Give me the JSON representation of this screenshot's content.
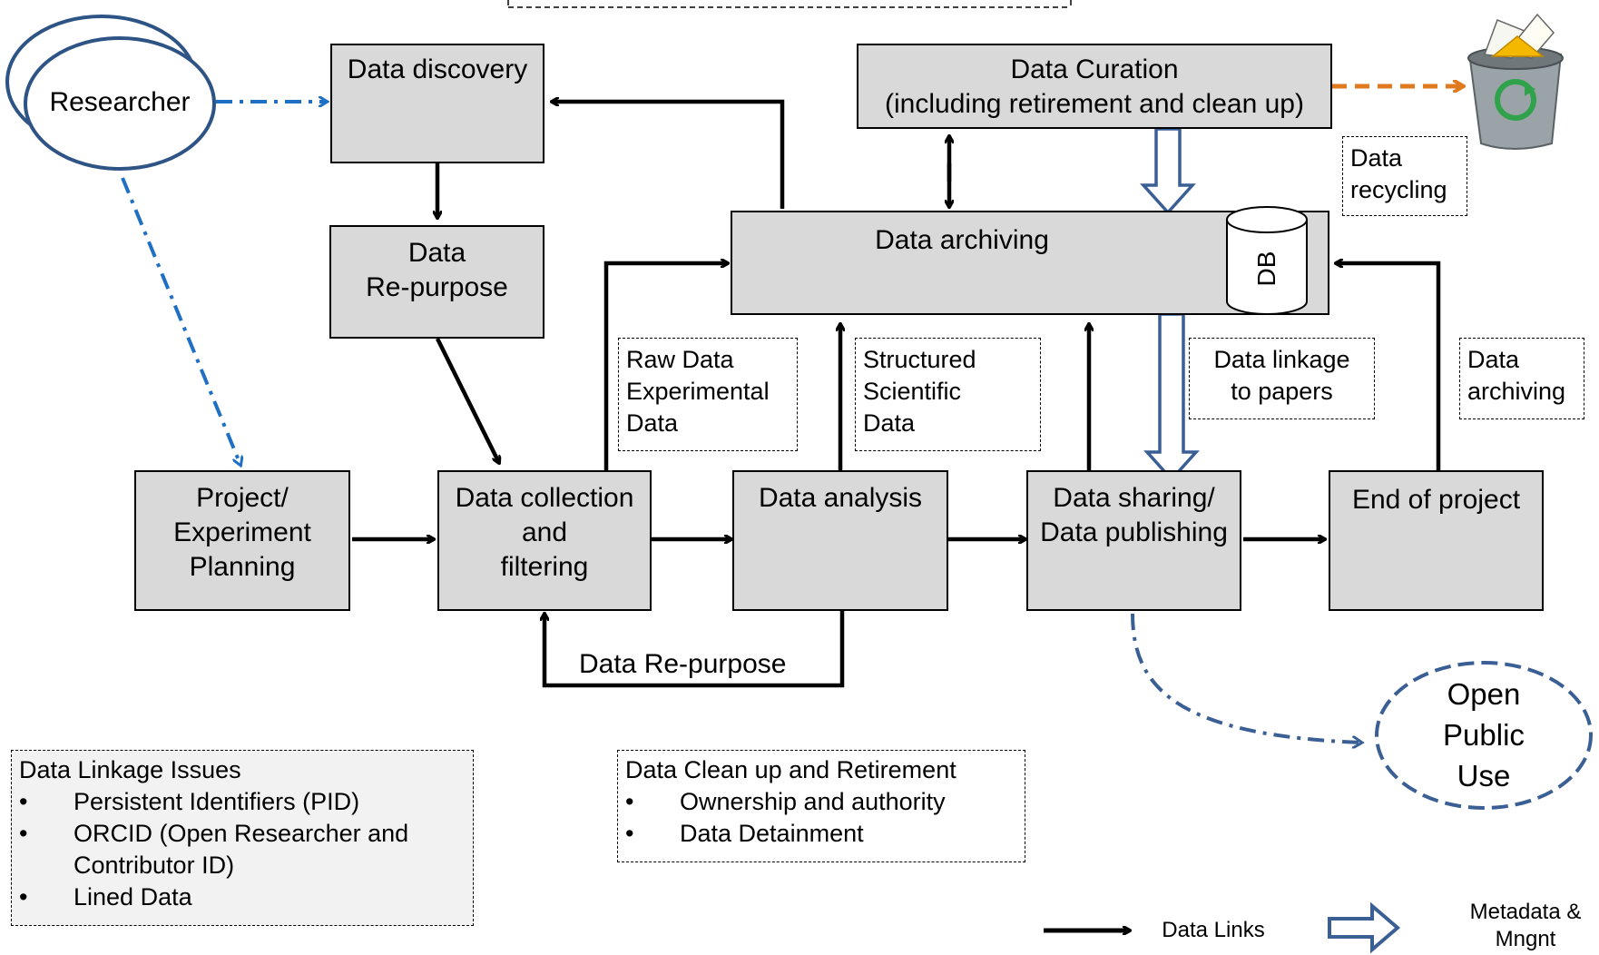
{
  "boxes": {
    "data_discovery": "Data discovery",
    "data_repurpose": "Data\nRe-purpose",
    "data_curation": "Data Curation\n(including retirement and clean up)",
    "data_archiving": "Data archiving",
    "db_label": "DB",
    "project_planning": "Project/\nExperiment\nPlanning",
    "data_collection": "Data collection\nand\nfiltering",
    "data_analysis": "Data analysis",
    "data_sharing": "Data sharing/\nData publishing",
    "end_of_project": "End of project"
  },
  "actors": {
    "researcher": "Researcher",
    "open_public_use": "Open\nPublic\nUse"
  },
  "notes": {
    "raw_data": "Raw Data\nExperimental\nData",
    "structured_data": "Structured\nScientific\nData",
    "data_linkage_papers": "Data linkage\nto papers",
    "data_archiving_note": "Data\narchiving",
    "data_recycling": "Data\nrecycling"
  },
  "edge_labels": {
    "repurpose_loop": "Data Re-purpose"
  },
  "issues": {
    "title": "Data Linkage Issues",
    "items": [
      "Persistent Identifiers (PID)",
      "ORCID (Open Researcher and Contributor ID)",
      "Lined Data"
    ]
  },
  "cleanup": {
    "title": "Data Clean up and Retirement",
    "items": [
      "Ownership and  authority",
      "Data Detainment"
    ]
  },
  "legend": {
    "data_links": "Data Links",
    "metadata": "Metadata &\nMngnt"
  },
  "icons": {
    "recycle": "recycle-bin-icon",
    "database": "database-cylinder-icon"
  },
  "colors": {
    "box_fill": "#d9d9d9",
    "researcher_stroke": "#2e5486",
    "blue_dashdot": "#1f6fc5",
    "orange_dashed": "#e07a1f",
    "hollow_arrow": "#3a5f94"
  }
}
